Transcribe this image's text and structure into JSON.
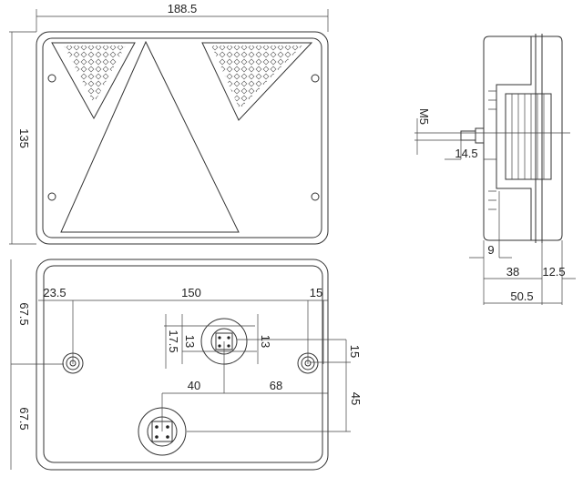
{
  "front_view": {
    "width_label": "188.5",
    "height_label": "135"
  },
  "rear_view": {
    "upper_half_label": "67.5",
    "lower_half_label": "67.5",
    "left_offset_label": "23.5",
    "hole_spacing_label": "150",
    "right_offset_label": "15",
    "connector_outer_label": "17.5",
    "connector_inner_left_label": "13",
    "connector_inner_right_label": "13",
    "connector_vertical_offset_label": "15",
    "connector_spacing_label": "40",
    "connector_right_label": "68",
    "connector_drop_label": "45"
  },
  "side_view": {
    "thread_label": "M5",
    "stud_label": "14.5",
    "flange_label": "9",
    "body_label": "38",
    "lens_label": "12.5",
    "depth_label": "50.5"
  }
}
